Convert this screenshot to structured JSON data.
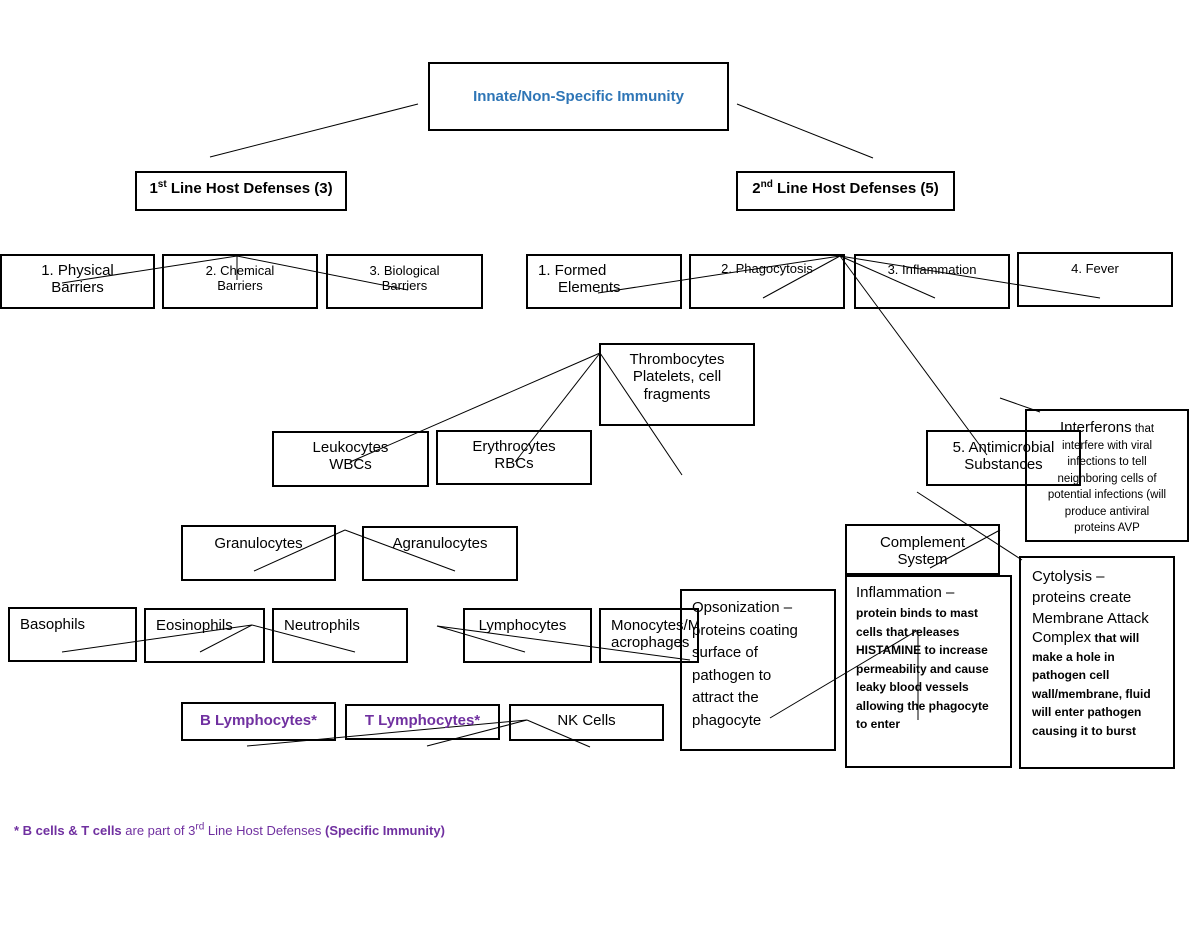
{
  "colors": {
    "title": "#2e75b6",
    "specific": "#7030a0",
    "line": "#000000"
  },
  "root": {
    "label": "Innate/Non-Specific Immunity"
  },
  "first_line": {
    "num": "1",
    "sup": "st",
    "label": " Line Host Defenses (3)"
  },
  "second_line": {
    "num": "2",
    "sup": "nd",
    "label": " Line Host Defenses (5)"
  },
  "first_items": {
    "physical": [
      "1. Physical",
      "Barriers"
    ],
    "chemical": [
      "2. Chemical",
      "Barriers"
    ],
    "biological": [
      "3. Biological",
      "Barriers"
    ]
  },
  "second_items": {
    "formed": [
      "1.  Formed",
      "Elements"
    ],
    "phagocytosis": "2. Phagocytosis",
    "inflammation": "3. Inflammation",
    "fever": "4. Fever",
    "antimicrobial": [
      "5. Antimicrobial",
      "Substances"
    ]
  },
  "formed": {
    "thrombocytes": [
      "Thrombocytes",
      "Platelets, cell",
      "fragments"
    ],
    "leukocytes": [
      "Leukocytes",
      "WBCs"
    ],
    "erythrocytes": [
      "Erythrocytes",
      "RBCs"
    ]
  },
  "leuko": {
    "granulocytes": "Granulocytes",
    "agranulocytes": "Agranulocytes"
  },
  "cells": {
    "basophils": "Basophils",
    "eosinophils": "Eosinophils",
    "neutrophils": "Neutrophils",
    "lymphocytes": "Lymphocytes",
    "monocytes": [
      "Monocytes/M",
      "acrophages"
    ]
  },
  "lymph": {
    "b": "B Lymphocytes*",
    "t": "T Lymphocytes*",
    "nk": "NK Cells"
  },
  "antimicrobial": {
    "interferons_title": "Interferons",
    "interferons_lines": [
      " that",
      "interfere with viral",
      "infections to tell",
      "neighboring cells of",
      "potential infections (will",
      "produce antiviral",
      "proteins AVP"
    ],
    "complement": [
      "Complement",
      "System"
    ],
    "opsonization": [
      "Opsonization –",
      "proteins coating",
      "surface of",
      "pathogen to",
      "attract the",
      "phagocyte"
    ],
    "inflammation_title": "Inflammation –",
    "inflammation_lines": [
      "protein binds to mast",
      "cells that releases",
      "HISTAMINE to increase",
      "permeability and cause",
      "leaky blood vessels",
      "allowing the phagocyte",
      "to enter"
    ],
    "cytolysis_lines": [
      "Cytolysis –",
      "proteins  create",
      "Membrane Attack"
    ],
    "cytolysis_complex": "Complex",
    "cytolysis_rest": [
      " that will",
      "make a hole in",
      "pathogen cell",
      "wall/membrane, fluid",
      "will enter pathogen",
      "causing it to burst"
    ]
  },
  "footnote": {
    "star": "* ",
    "cells": "B cells & T cells",
    "mid": " are part of 3",
    "sup": "rd",
    "rest": " Line Host Defenses ",
    "paren": "(Specific Immunity)"
  }
}
